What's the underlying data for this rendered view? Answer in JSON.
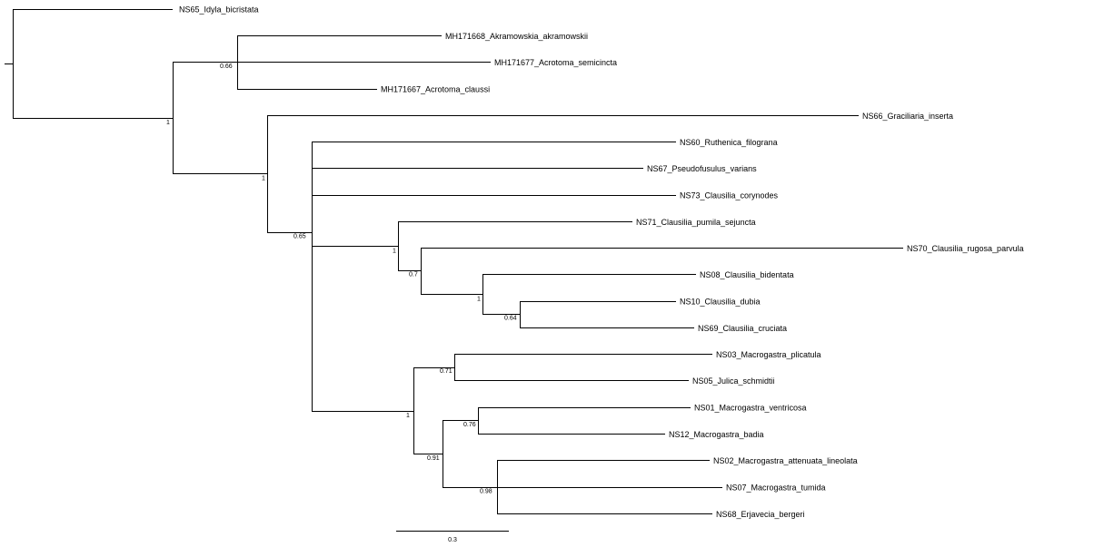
{
  "tree": {
    "taxa": [
      "NS65_Idyla_bicristata",
      "MH171668_Akramowskia_akramowskii",
      "MH171677_Acrotoma_semicincta",
      "MH171667_Acrotoma_claussi",
      "NS66_Graciliaria_inserta",
      "NS60_Ruthenica_filograna",
      "NS67_Pseudofusulus_varians",
      "NS73_Clausilia_corynodes",
      "NS71_Clausilia_pumila_sejuncta",
      "NS70_Clausilia_rugosa_parvula",
      "NS08_Clausilia_bidentata",
      "NS10_Clausilia_dubia",
      "NS69_Clausilia_cruciata",
      "NS03_Macrogastra_plicatula",
      "NS05_Julica_schmidtii",
      "NS01_Macrogastra_ventricosa",
      "NS12_Macrogastra_badia",
      "NS02_Macrogastra_attenuata_lineolata",
      "NS07_Macrogastra_tumida",
      "NS68_Erjavecia_bergeri"
    ],
    "support_values": [
      "1",
      "0.66",
      "1",
      "0.65",
      "1",
      "0.7",
      "1",
      "0.64",
      "1",
      "0.71",
      "0.91",
      "0.76",
      "0.98"
    ]
  },
  "scale_bar": {
    "label": "0.3"
  }
}
